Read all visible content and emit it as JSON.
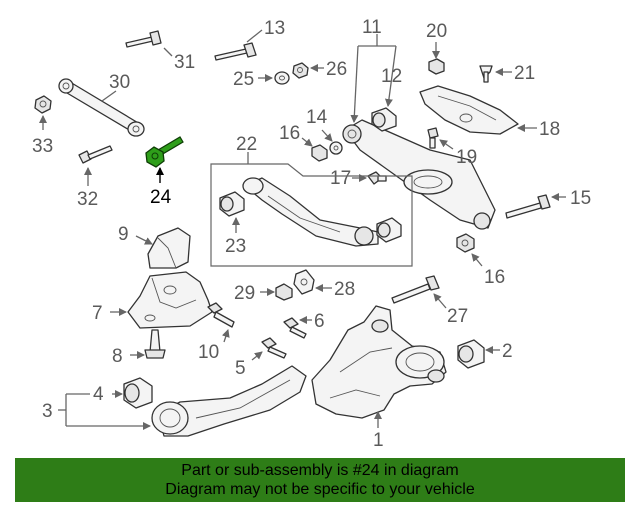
{
  "diagram": {
    "highlight_color": "#2e9e1a",
    "callouts": {
      "c1": "1",
      "c2": "2",
      "c3": "3",
      "c4": "4",
      "c5": "5",
      "c6": "6",
      "c7": "7",
      "c8": "8",
      "c9": "9",
      "c10": "10",
      "c11": "11",
      "c12": "12",
      "c13": "13",
      "c14": "14",
      "c15": "15",
      "c16a": "16",
      "c16b": "16",
      "c17": "17",
      "c18": "18",
      "c19": "19",
      "c20": "20",
      "c21": "21",
      "c22": "22",
      "c23": "23",
      "c24": "24",
      "c25": "25",
      "c26": "26",
      "c27": "27",
      "c28": "28",
      "c29": "29",
      "c30": "30",
      "c31": "31",
      "c32": "32",
      "c33": "33"
    }
  },
  "banner": {
    "line1": "Part or sub-assembly is #24 in diagram",
    "line2": "Diagram may not be specific to your vehicle",
    "background": "#2e7d17"
  }
}
